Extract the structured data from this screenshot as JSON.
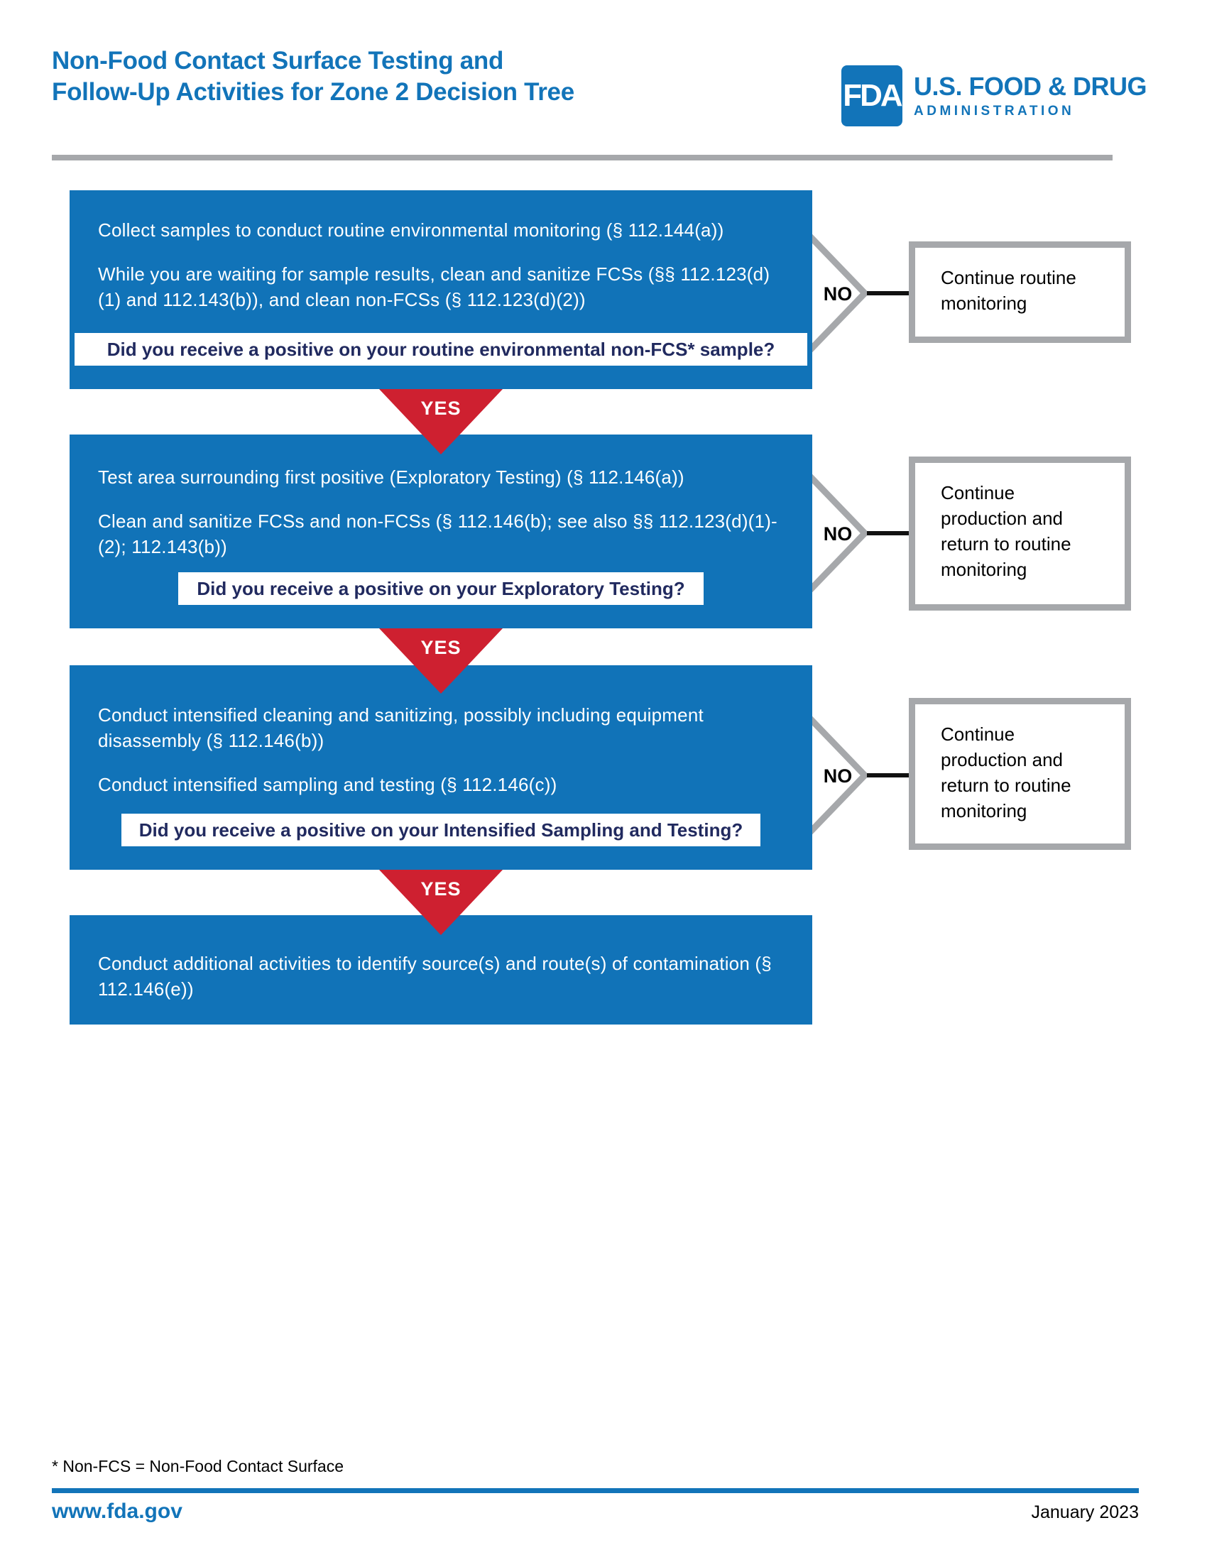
{
  "header": {
    "title_line1": "Non-Food Contact Surface Testing and",
    "title_line2": "Follow-Up Activities for Zone 2 Decision Tree",
    "logo": {
      "acronym": "FDA",
      "org_line1": "U.S. FOOD & DRUG",
      "org_line2": "ADMINISTRATION"
    }
  },
  "labels": {
    "yes": "YES",
    "no": "NO"
  },
  "flow": {
    "steps": [
      {
        "paragraphs": [
          "Collect samples to conduct routine environmental monitoring (§ 112.144(a))",
          "While you are waiting for sample results, clean and sanitize FCSs (§§ 112.123(d)(1) and 112.143(b)), and clean non-FCSs (§ 112.123(d)(2))"
        ],
        "question": "Did you receive a positive on your routine environmental non-FCS* sample?",
        "no_result": "Continue routine monitoring"
      },
      {
        "paragraphs": [
          "Test area surrounding first positive (Exploratory Testing) (§ 112.146(a))",
          "Clean and sanitize FCSs and non-FCSs (§ 112.146(b); see also §§ 112.123(d)(1)-(2); 112.143(b))"
        ],
        "question": "Did you receive a positive on your Exploratory Testing?",
        "no_result": "Continue production and return to routine monitoring"
      },
      {
        "paragraphs": [
          "Conduct intensified cleaning and sanitizing, possibly including equipment disassembly (§ 112.146(b))",
          "Conduct intensified sampling and testing (§ 112.146(c))"
        ],
        "question": "Did you receive a positive on your Intensified Sampling and Testing?",
        "no_result": "Continue production and return to routine monitoring"
      },
      {
        "paragraphs": [
          "Conduct additional activities to identify source(s) and route(s) of contamination (§ 112.146(e))"
        ]
      }
    ]
  },
  "footer": {
    "footnote": "* Non-FCS = Non-Food Contact Surface",
    "site": "www.fda.gov",
    "date": "January 2023"
  },
  "colors": {
    "fda_blue": "#1274b9",
    "box_blue": "#1173b8",
    "question_navy": "#212a5f",
    "yes_red": "#ce2030",
    "border_gray": "#a6a8ab",
    "connector_black": "#111111"
  }
}
